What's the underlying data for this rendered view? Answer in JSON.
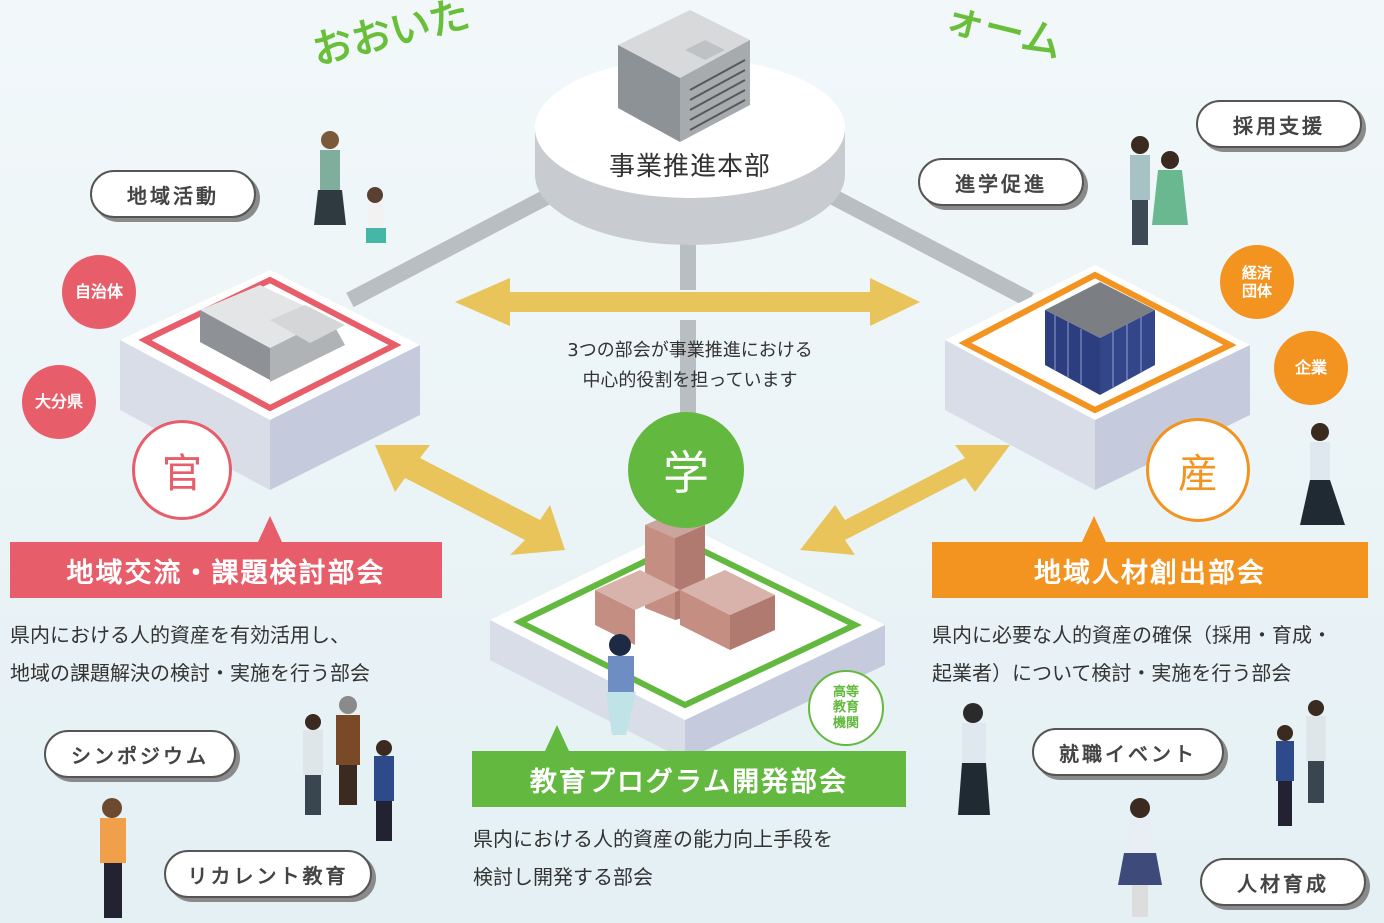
{
  "title": {
    "left_fragment": "おおいた",
    "right_fragment": "ォーム"
  },
  "center": {
    "hq_label": "事業推進本部",
    "note_line1": "3つの部会が事業推進における",
    "note_line2": "中心的役割を担っています"
  },
  "nodes": {
    "gov": {
      "symbol": "官",
      "color": "#e85d6a"
    },
    "aca": {
      "symbol": "学",
      "color": "#63b83f"
    },
    "ind": {
      "symbol": "産",
      "color": "#f39320"
    }
  },
  "tags": {
    "chiiki_katsudou": "地域活動",
    "shingaku": "進学促進",
    "saiyou": "採用支援",
    "symposium": "シンポジウム",
    "recurrent": "リカレント教育",
    "shushoku": "就職イベント",
    "jinzai": "人材育成"
  },
  "badges": {
    "jichitai": "自治体",
    "oita_ken": "大分県",
    "keizai": "経済\n団体",
    "kigyou": "企業",
    "koutou": "高等\n教育\n機関"
  },
  "committees": {
    "gov": {
      "name": "地域交流・課題検討部会",
      "desc": "県内における人的資産を有効活用し、\n地域の課題解決の検討・実施を行う部会"
    },
    "ind": {
      "name": "地域人材創出部会",
      "desc": "県内に必要な人的資産の確保（採用・育成・\n起業者）について検討・実施を行う部会"
    },
    "aca": {
      "name": "教育プログラム開発部会",
      "desc": "県内における人的資産の能力向上手段を\n検討し開発する部会"
    }
  }
}
